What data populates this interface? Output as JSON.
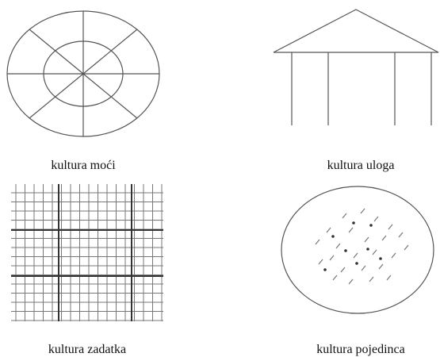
{
  "panels": [
    {
      "label": "kultura moći",
      "icon": "spiderweb-diagram"
    },
    {
      "label": "kultura uloga",
      "icon": "temple-diagram"
    },
    {
      "label": "kultura zadatka",
      "icon": "grid-net-diagram"
    },
    {
      "label": "kultura pojedinca",
      "icon": "cluster-diagram"
    }
  ],
  "colors": {
    "line": "#555555",
    "dot": "#333333",
    "background": "#ffffff"
  }
}
